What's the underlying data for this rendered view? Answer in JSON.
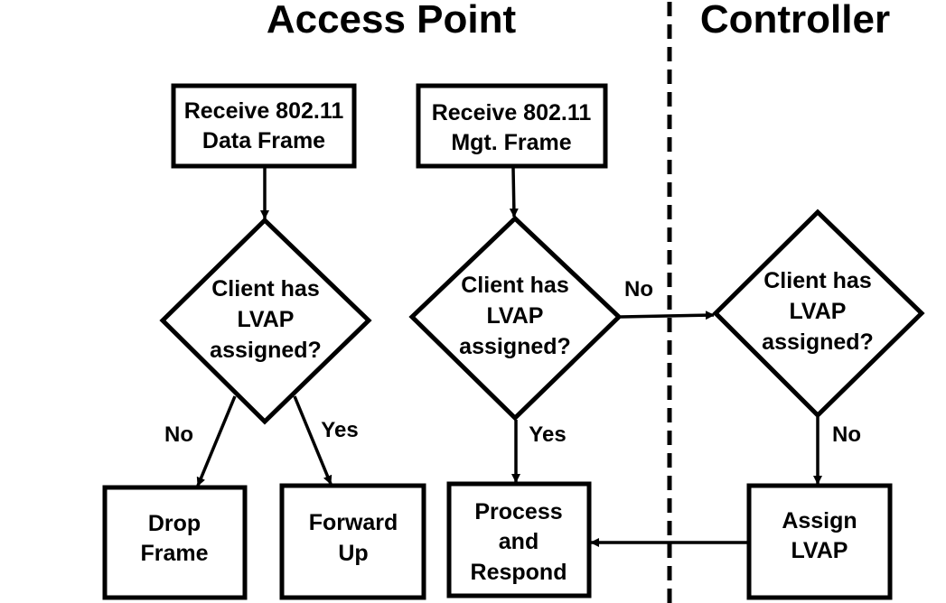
{
  "headers": {
    "access_point": "Access Point",
    "controller": "Controller"
  },
  "nodes": {
    "recv_data": [
      "Receive 802.11",
      "Data Frame"
    ],
    "recv_mgt": [
      "Receive 802.11",
      "Mgt. Frame"
    ],
    "decision_data": [
      "Client has",
      "LVAP",
      "assigned?"
    ],
    "decision_mgt": [
      "Client has",
      "LVAP",
      "assigned?"
    ],
    "decision_ctrl": [
      "Client has",
      "LVAP",
      "assigned?"
    ],
    "drop_frame": [
      "Drop",
      "Frame"
    ],
    "forward_up": [
      "Forward",
      "Up"
    ],
    "process_respond": [
      "Process",
      "and",
      "Respond"
    ],
    "assign_lvap": [
      "Assign",
      "LVAP"
    ]
  },
  "edges": {
    "data_no": "No",
    "data_yes": "Yes",
    "mgt_no": "No",
    "mgt_yes": "Yes",
    "ctrl_no": "No"
  }
}
